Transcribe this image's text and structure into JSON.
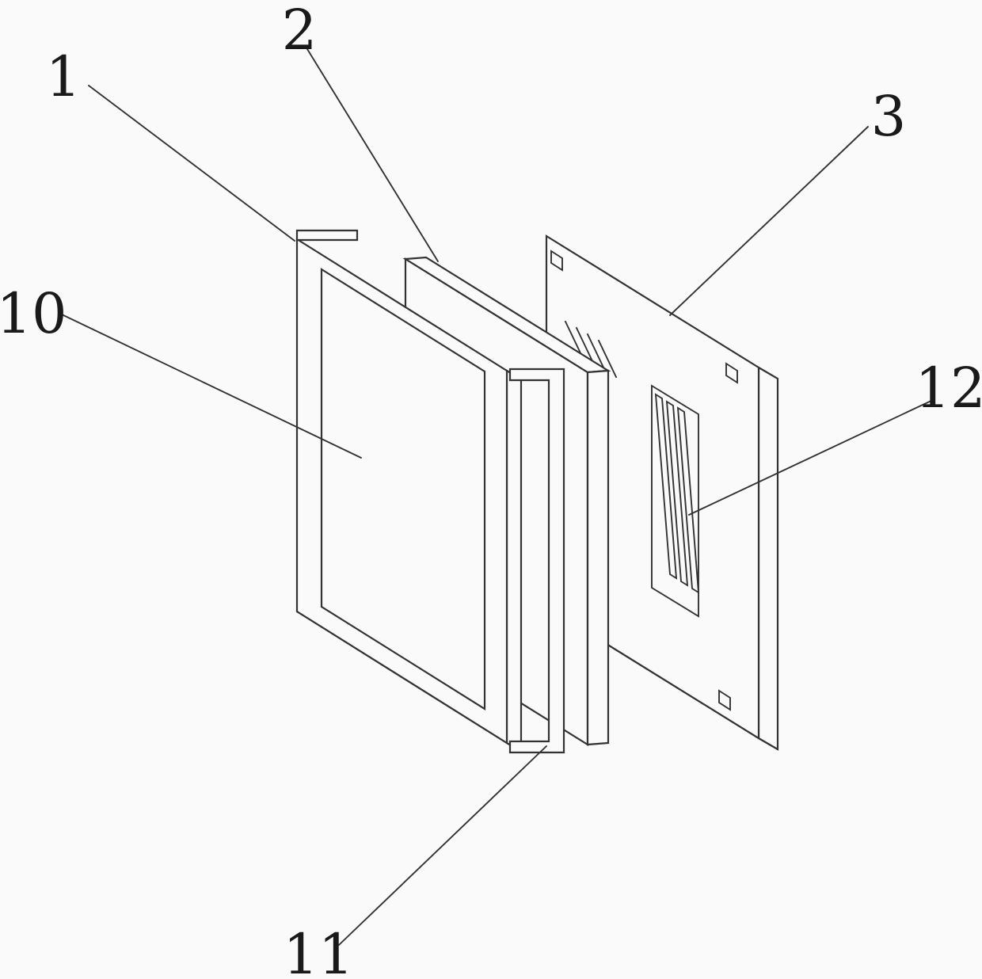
{
  "figure": {
    "type": "patent-exploded-view-line-drawing",
    "colors": {
      "background": "#fafafa",
      "line": "#333333",
      "label_text": "#1a1a1a"
    },
    "labels": [
      {
        "ref": "1",
        "text": "1"
      },
      {
        "ref": "2",
        "text": "2"
      },
      {
        "ref": "3",
        "text": "3"
      },
      {
        "ref": "10",
        "text": "10"
      },
      {
        "ref": "11",
        "text": "11"
      },
      {
        "ref": "12",
        "text": "12"
      }
    ]
  }
}
